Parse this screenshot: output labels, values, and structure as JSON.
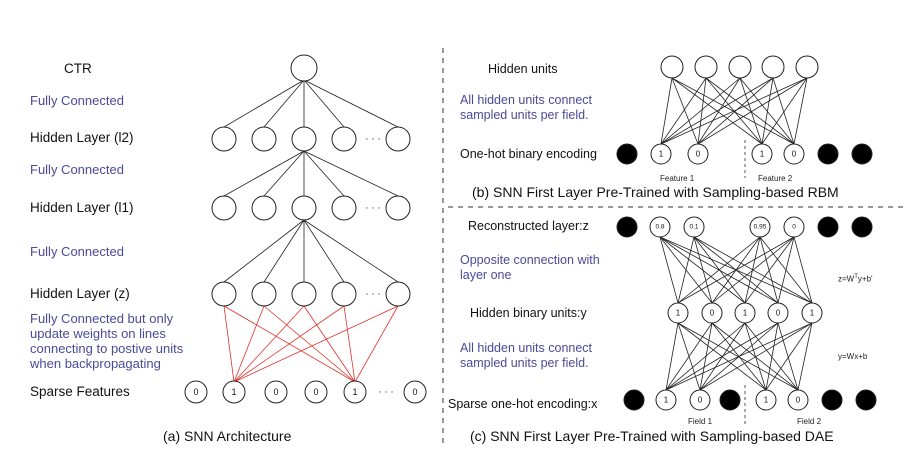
{
  "left": {
    "labels": {
      "ctr": "CTR",
      "fc1": "Fully Connected",
      "l2": "Hidden Layer (l2)",
      "fc2": "Fully Connected",
      "l1": "Hidden Layer (l1)",
      "fc3": "Fully Connected",
      "z": "Hidden Layer (z)",
      "note_line1": "Fully Connected but only",
      "note_line2": "update weights on  lines",
      "note_line3": "connecting to postive units",
      "note_line4": "when backpropagating",
      "sparse": "Sparse Features",
      "caption": "(a) SNN Architecture"
    },
    "sparse_values": [
      "0",
      "1",
      "0",
      "0",
      "1",
      "0"
    ],
    "dots": "· · ·"
  },
  "rbm": {
    "labels": {
      "hidden": "Hidden units",
      "note_line1": "All hidden units connect",
      "note_line2": "sampled units per field.",
      "onehot": "One-hot binary encoding",
      "feature1": "Feature 1",
      "feature2": "Feature 2",
      "caption": "(b) SNN First Layer Pre-Trained with Sampling-based RBM"
    },
    "visible_values": [
      "1",
      "0",
      "1",
      "0"
    ]
  },
  "dae": {
    "labels": {
      "reconstructed": "Reconstructed layer:z",
      "opposite_line1": "Opposite connection with",
      "opposite_line2": "layer one",
      "hidden": "Hidden binary units:y",
      "note_line1": "All hidden units connect",
      "note_line2": "sampled units per field.",
      "input": "Sparse one-hot encoding:x",
      "field1": "Field 1",
      "field2": "Field 2",
      "eq_top": "z=W",
      "eq_top_sup": "T",
      "eq_top_tail": "y+b'",
      "eq_bottom": "y=Wx+b",
      "caption": "(c) SNN First Layer Pre-Trained with Sampling-based DAE"
    },
    "reconstructed_values": [
      "0.8",
      "0.1",
      "0.95",
      "0"
    ],
    "hidden_values": [
      "1",
      "0",
      "1",
      "0",
      "1"
    ],
    "input_values": [
      "1",
      "0",
      "1",
      "0"
    ]
  },
  "colors": {
    "purple_text": "#4a4a9a",
    "red_lines": "#e0302a",
    "black_units": "#000000"
  }
}
